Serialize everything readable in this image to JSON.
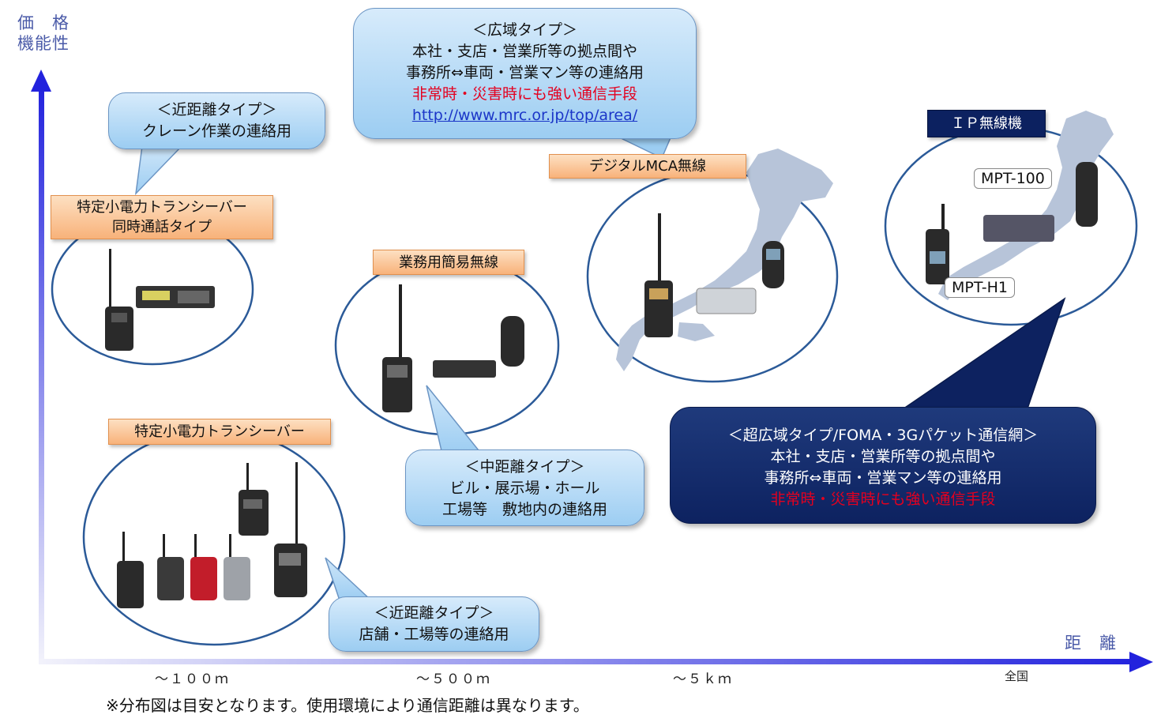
{
  "axes": {
    "y_label_line1": "価　格",
    "y_label_line2": "機能性",
    "x_label": "距　離",
    "ticks": [
      "～１００ｍ",
      "～５００ｍ",
      "～５ｋｍ",
      "全国"
    ]
  },
  "bubbles": {
    "near_crane": {
      "title": "＜近距離タイプ＞",
      "line1": "クレーン作業の連絡用"
    },
    "wide": {
      "title": "＜広域タイプ＞",
      "line1": "本社・支店・営業所等の拠点間や",
      "line2": "事務所⇔車両・営業マン等の連絡用",
      "line3": "非常時・災害時にも強い通信手段",
      "link": "http://www.mrc.or.jp/top/area/"
    },
    "mid": {
      "title": "＜中距離タイプ＞",
      "line1": "ビル・展示場・ホール",
      "line2": "工場等　敷地内の連絡用"
    },
    "near_shop": {
      "title": "＜近距離タイプ＞",
      "line1": "店舗・工場等の連絡用"
    },
    "ultra": {
      "title": "＜超広域タイプ/FOMA・3Gパケット通信網＞",
      "line1": "本社・支店・営業所等の拠点間や",
      "line2": "事務所⇔車両・営業マン等の連絡用",
      "line3": "非常時・災害時にも強い通信手段"
    }
  },
  "tags": {
    "tokutei_duplex_line1": "特定小電力トランシーバー",
    "tokutei_duplex_line2": "同時通話タイプ",
    "gyomu": "業務用簡易無線",
    "mca": "デジタルMCA無線",
    "tokutei": "特定小電力トランシーバー",
    "ip": "ＩＰ無線機",
    "mpt100": "MPT-100",
    "mpth1": "MPT-H1"
  },
  "footnote": "※分布図は目安となります。使用環境により通信距離は異なります。",
  "colors": {
    "axis_start": "#f2f2fb",
    "axis_end": "#2222dd",
    "circle_stroke": "#2b5a98",
    "bubble_light": "#a9d3f3",
    "bubble_dark": "#0d2260",
    "tag_orange": "#f8b27a",
    "emphasis_red": "#e4001f",
    "map_fill": "#b7c4d9"
  }
}
